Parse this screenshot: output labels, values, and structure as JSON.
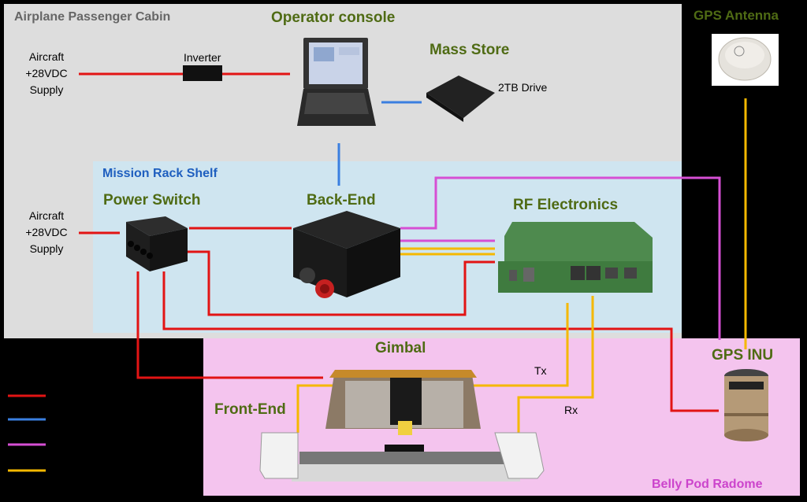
{
  "zones": {
    "cabin": {
      "title": "Airplane Passenger Cabin",
      "bg": "#dddddd",
      "title_color": "#666666"
    },
    "rack": {
      "title": "Mission Rack Shelf",
      "bg": "#cfe5f0",
      "title_color": "#1f5fbf"
    },
    "radome": {
      "title": "Belly Pod Radome",
      "bg": "#f4c4ee",
      "title_color": "#cc44cc"
    }
  },
  "components": {
    "operator_console": "Operator console",
    "mass_store": "Mass Store",
    "mass_store_sub": "2TB Drive",
    "gps_antenna": "GPS Antenna",
    "power_switch": "Power Switch",
    "back_end": "Back-End",
    "rf_electronics": "RF Electronics",
    "gimbal": "Gimbal",
    "front_end": "Front-End",
    "gps_inu": "GPS INU",
    "inverter": "Inverter"
  },
  "supply_labels": {
    "top": [
      "Aircraft",
      "+28VDC",
      "Supply"
    ],
    "mid": [
      "Aircraft",
      "+28VDC",
      "Supply"
    ]
  },
  "signal_labels": {
    "tx": "Tx",
    "rx": "Rx"
  },
  "colors": {
    "power": "#e21414",
    "data": "#3a7fe0",
    "gps": "#d64fd4",
    "rf": "#f5b800",
    "component_title": "#4f6b14",
    "gps_antenna_title": "#4f6b14"
  },
  "legend": [
    {
      "color": "#e21414"
    },
    {
      "color": "#3a7fe0"
    },
    {
      "color": "#d64fd4"
    },
    {
      "color": "#f5b800"
    }
  ]
}
